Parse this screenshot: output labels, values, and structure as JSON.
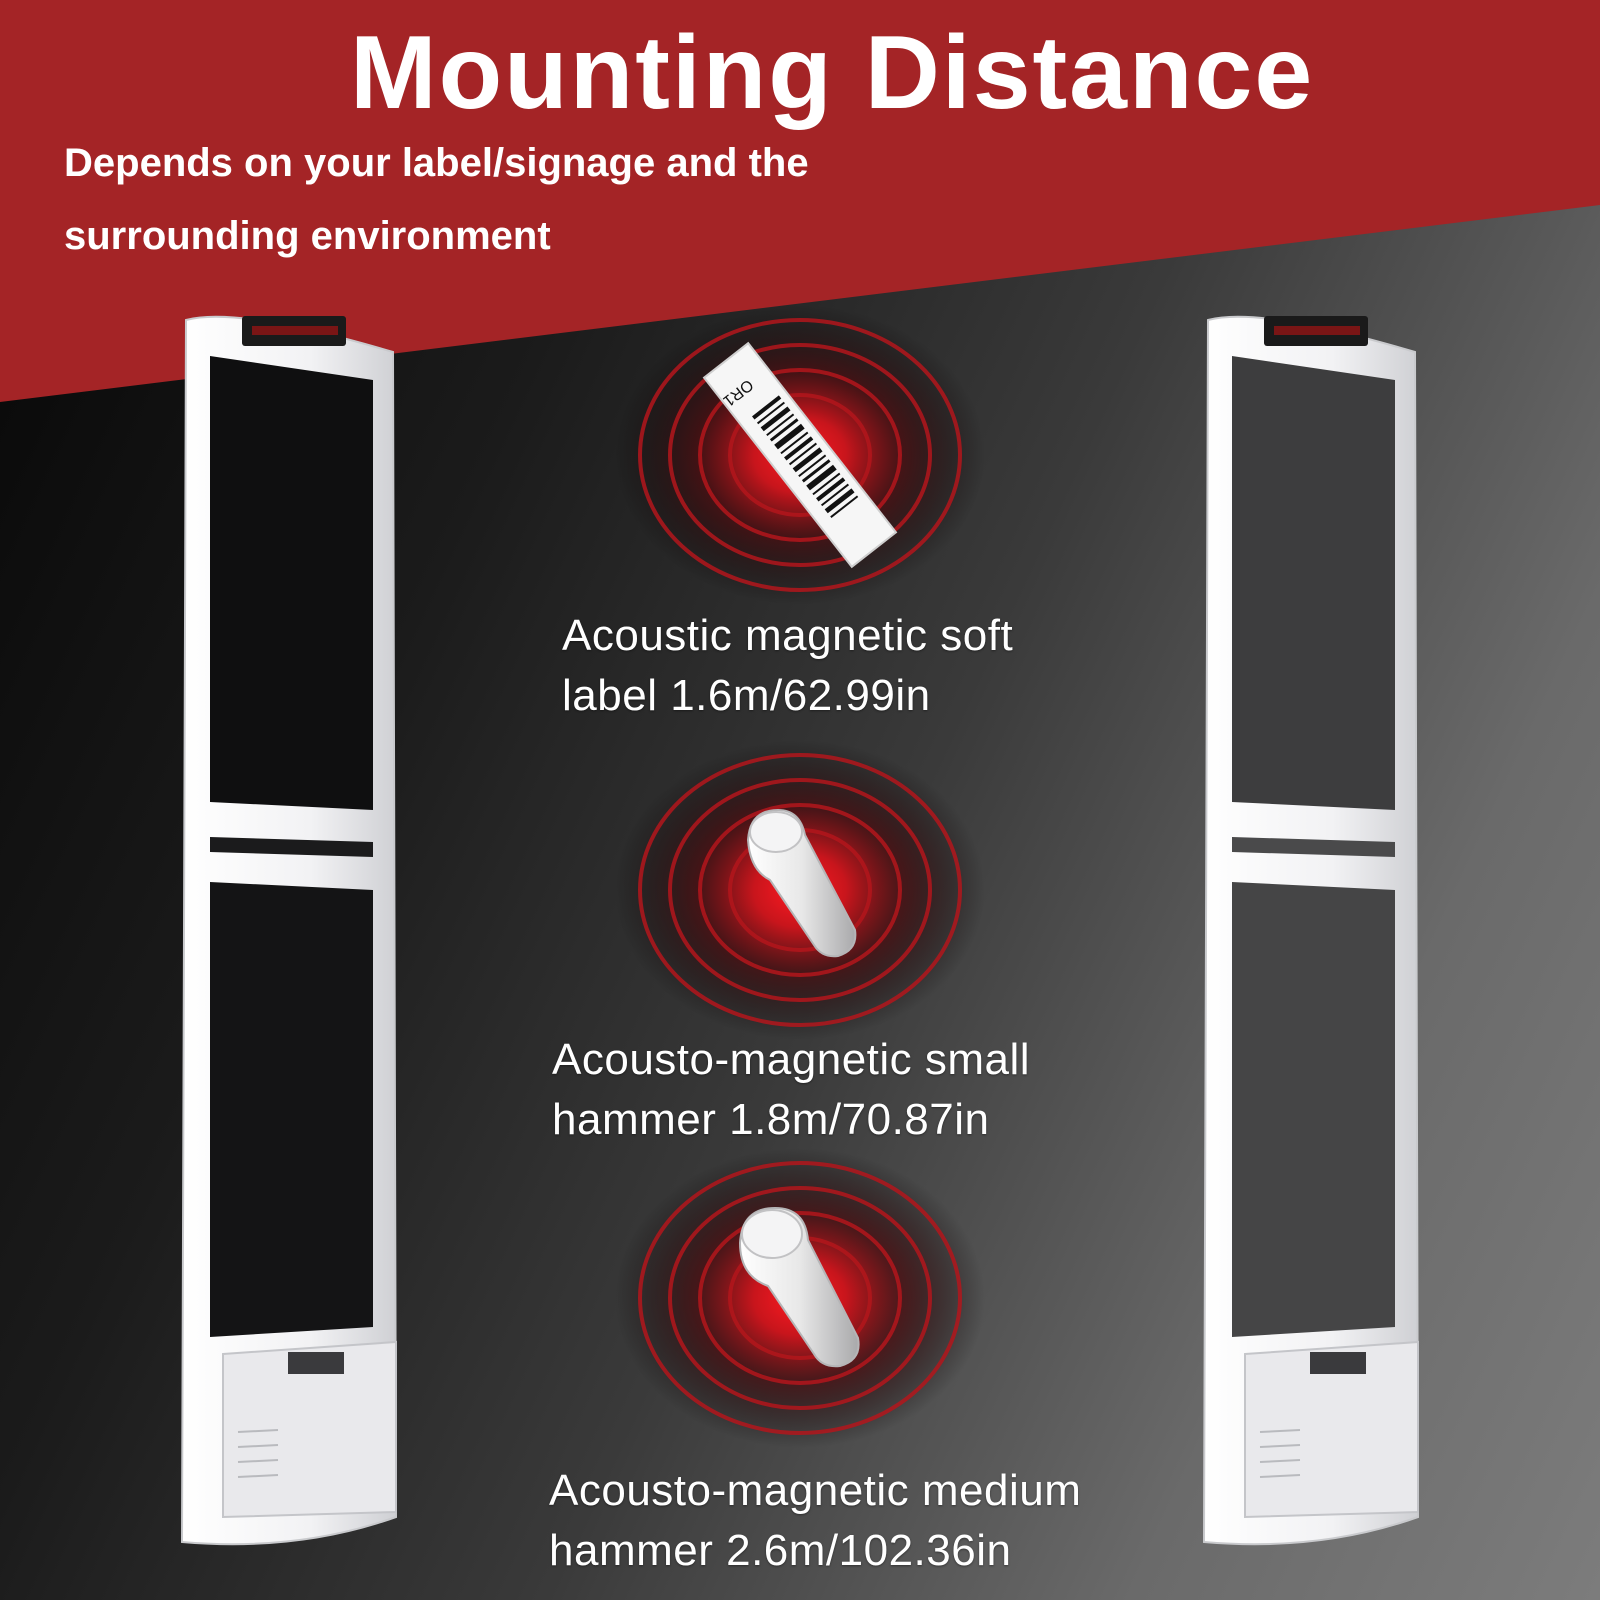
{
  "title": "Mounting Distance",
  "subtitle": {
    "line1": "Depends on your label/signage and the",
    "line2": "surrounding environment"
  },
  "colors": {
    "banner_red": "#a42426",
    "pulse_red": "#e0141c",
    "gate_white": "#f3f3f5",
    "text": "#ffffff"
  },
  "tags": [
    {
      "icon": "soft-label-icon",
      "barcode_text": "OR1",
      "caption_line1": "Acoustic magnetic soft",
      "caption_line2": "label 1.6m/62.99in"
    },
    {
      "icon": "small-hammer-tag-icon",
      "caption_line1": "Acousto-magnetic small",
      "caption_line2": "hammer 1.8m/70.87in"
    },
    {
      "icon": "medium-hammer-tag-icon",
      "caption_line1": "Acousto-magnetic medium",
      "caption_line2": "hammer 2.6m/102.36in"
    }
  ]
}
